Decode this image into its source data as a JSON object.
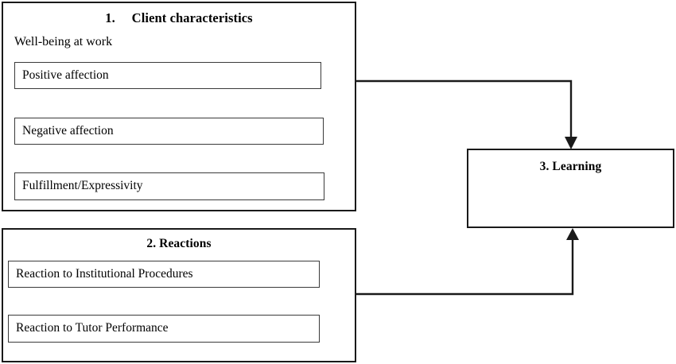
{
  "diagram": {
    "title": "Client characteristics / Reactions / Learning model",
    "background_color": "#ffffff",
    "line_color": "#1a1a1a",
    "text_color": "#000000"
  },
  "groups": {
    "client": {
      "title": "1.  Client characteristics",
      "section_label": "Well-being at work",
      "items": [
        {
          "label": "Positive affection"
        },
        {
          "label": "Negative affection"
        },
        {
          "label": "Fulfillment/Expressivity"
        }
      ]
    },
    "reactions": {
      "title": "2. Reactions",
      "items": [
        {
          "label": "Reaction to Institutional Procedures"
        },
        {
          "label": "Reaction to Tutor Performance"
        }
      ]
    },
    "learning": {
      "title": "3. Learning"
    }
  },
  "connectors": [
    {
      "name": "client-to-learning",
      "from": "client",
      "to": "learning",
      "arrowhead": "down"
    },
    {
      "name": "reactions-to-learning",
      "from": "reactions",
      "to": "learning",
      "arrowhead": "up"
    }
  ]
}
